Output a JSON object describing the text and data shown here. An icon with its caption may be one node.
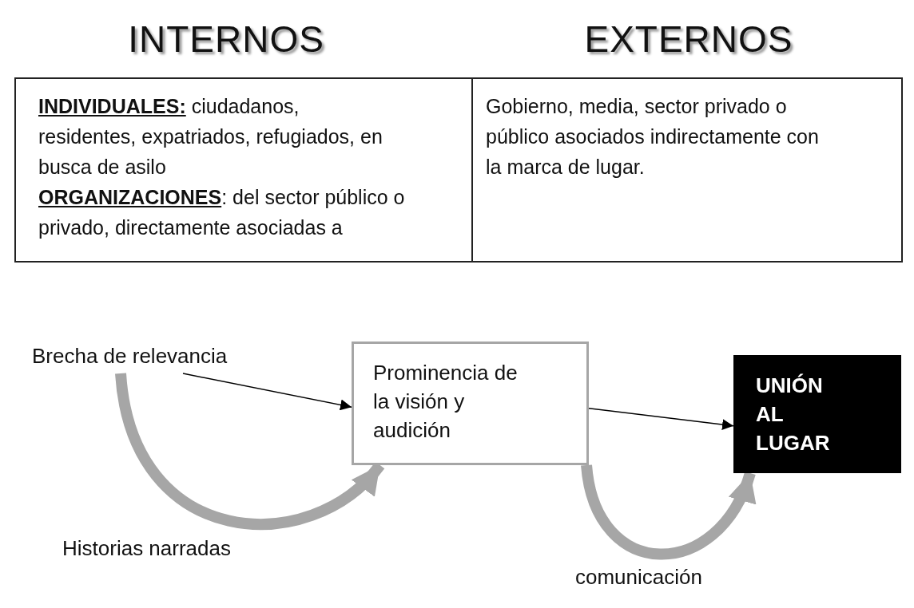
{
  "diagram": {
    "nodes": [
      {
        "text": [
          "Brecha de relevancia"
        ]
      },
      {
        "text": [
          "Prominencia de la visión y audición"
        ]
      },
      {
        "text": [
          "UNIÓN AL LUGAR"
        ]
      }
    ],
    "edges": [
      {
        "from": 0,
        "to": 1,
        "arrow": "to"
      },
      {
        "from": 0,
        "to": 1,
        "arrow": "to",
        "label": "Historias narradas",
        "style": "thick",
        "color": "#a6a6a6"
      },
      {
        "from": 1,
        "to": 2,
        "arrow": "to"
      },
      {
        "from": 1,
        "to": 2,
        "arrow": "to",
        "label": "comunicación",
        "style": "thick",
        "color": "#a6a6a6"
      }
    ],
    "labels": [
      "INTERNOS",
      "EXTERNOS",
      "**INDIVIDUALES:** ciudadanos, residentes, expatriados, refugiados, en busca de asilo",
      "**ORGANIZACIONES**: del sector público o privado, directamente asociadas a",
      "Gobierno, media, sector privado o público asociados indirectamente con la marca de lugar."
    ]
  }
}
